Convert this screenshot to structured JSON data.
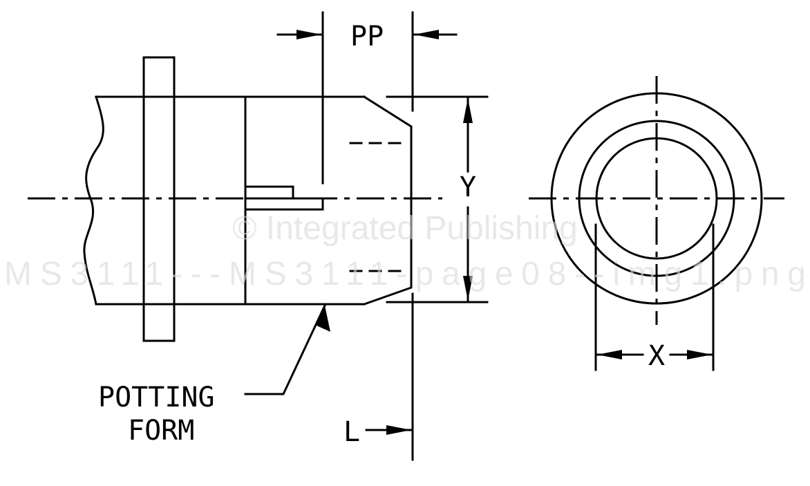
{
  "labels": {
    "pp": "PP",
    "y": "Y",
    "x": "X",
    "l": "L",
    "potting": "POTTING",
    "form": "FORM"
  },
  "watermark": {
    "line1": "© Integrated Publishing",
    "line2": "MS3111---MS3111-page08--img1.png"
  }
}
